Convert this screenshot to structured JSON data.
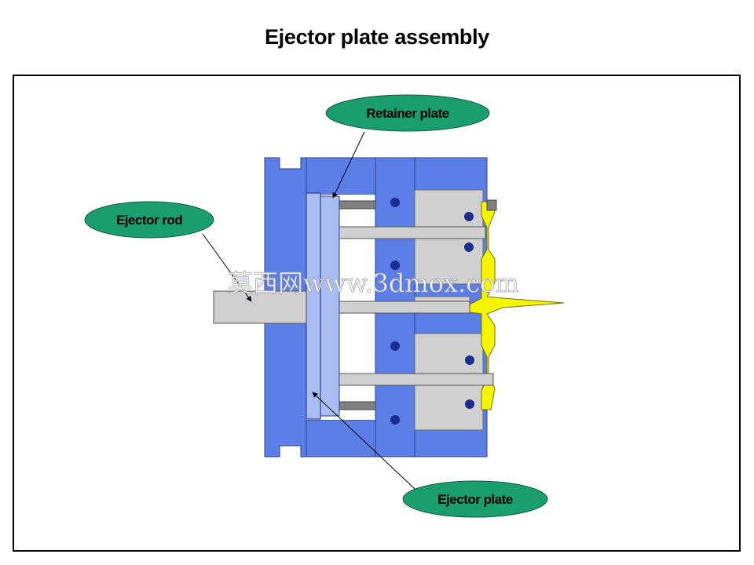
{
  "title": "Ejector plate assembly",
  "labels": {
    "retainer_plate": "Retainer plate",
    "ejector_rod": "Ejector rod",
    "ejector_plate": "Ejector plate"
  },
  "watermark": "莫西网www.3dmox.com",
  "colors": {
    "mold_blue": "#5b7fe6",
    "plate_light_blue": "#a9bdf2",
    "part_gray": "#d0d0d0",
    "pin_dark": "#808080",
    "molded_part_yellow": "#f5f500",
    "callout_green": "#1a9e6e",
    "bolt_navy": "#1a2e8f"
  }
}
